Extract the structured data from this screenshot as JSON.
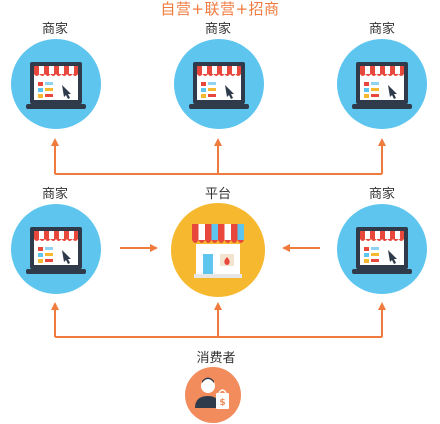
{
  "title": "自营+联营+招商",
  "nodes": {
    "top_left": "商家",
    "top_center": "商家",
    "top_right": "商家",
    "mid_left": "商家",
    "platform": "平台",
    "mid_right": "商家",
    "consumer": "消费者"
  },
  "colors": {
    "accent": "#f07b3f",
    "merchant_circle": "#5ec5ef",
    "platform_circle": "#f5b82e",
    "consumer_circle": "#f28c5c",
    "awning_red": "#e8473c",
    "screen_dark": "#2f3b4a"
  }
}
